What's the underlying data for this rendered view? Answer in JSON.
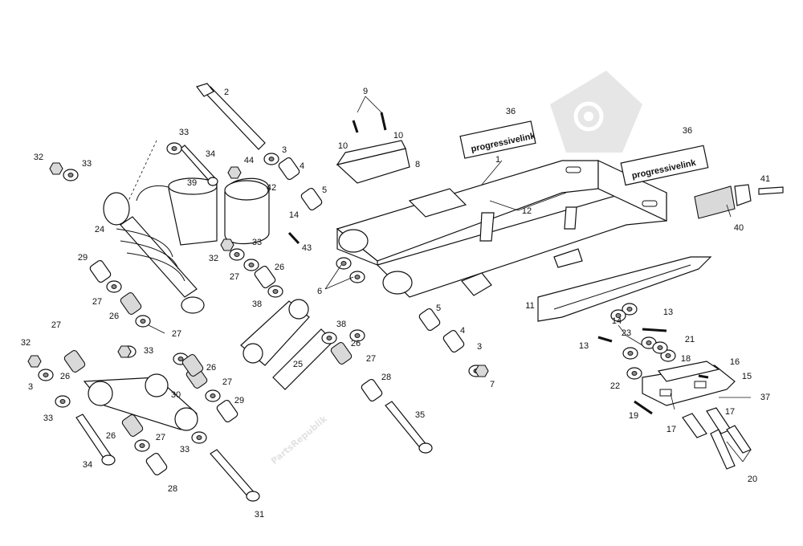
{
  "diagram": {
    "callouts": [
      "1",
      "2",
      "3",
      "4",
      "5",
      "6",
      "7",
      "8",
      "9",
      "10",
      "11",
      "12",
      "13",
      "14",
      "15",
      "16",
      "17",
      "18",
      "19",
      "20",
      "21",
      "22",
      "23",
      "24",
      "25",
      "26",
      "27",
      "28",
      "29",
      "30",
      "31",
      "32",
      "33",
      "34",
      "35",
      "36",
      "37",
      "38",
      "39",
      "40",
      "41",
      "42",
      "43",
      "44"
    ],
    "decals": {
      "decal_36_a": "progressivelink",
      "decal_36_b": "progressivelink"
    },
    "watermark": {
      "text": "PartsRepublik",
      "logo": "gear-icon"
    },
    "colors": {
      "line": "#111111",
      "background": "#ffffff",
      "watermark": "#9a9a9a"
    }
  }
}
